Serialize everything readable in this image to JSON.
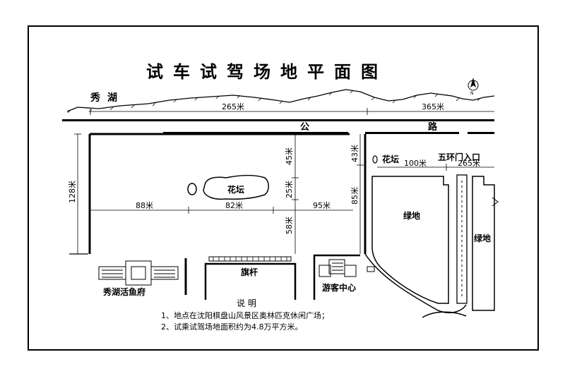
{
  "title": "试车试驾场地平面图",
  "lake": "秀湖",
  "road": {
    "left": "公",
    "right": "路"
  },
  "north_symbol": "N",
  "labels": {
    "flowerbed_center": "花坛",
    "flowerbed_right": "花坛",
    "gate": "五环门入口",
    "green_left": "绿地",
    "green_right": "绿地",
    "flagpole": "旗杆",
    "restaurant": "秀湖活鱼府",
    "visitor_center": "游客中心"
  },
  "dimensions": {
    "d265_top": "265米",
    "d365": "365米",
    "d128": "128米",
    "d88": "88米",
    "d82": "82米",
    "d95": "95米",
    "d45": "45米",
    "d25": "25米",
    "d58": "58米",
    "d43": "43米",
    "d85": "85米",
    "d100": "100米",
    "d265_right": "265米"
  },
  "notes": {
    "heading": "说    明",
    "line1": "1、地点在沈阳棋盘山风景区奥林匹克休闲广场；",
    "line2": "2、试乘试驾场地面积约为4.8万平方米。"
  }
}
